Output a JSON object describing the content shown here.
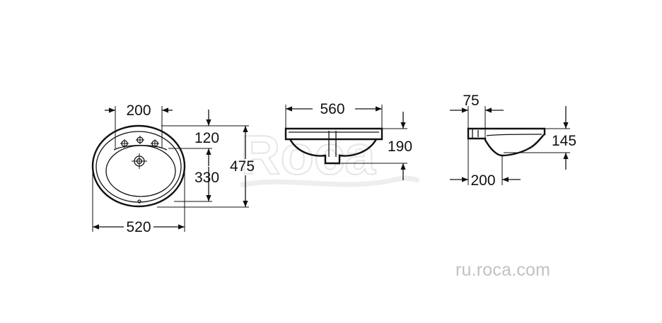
{
  "top_view": {
    "width_label": "520",
    "taps_label": "200",
    "depth_label": "475",
    "bowl_label": "330",
    "offset_label": "120"
  },
  "front_view": {
    "width_label": "560",
    "height_label": "190"
  },
  "side_view": {
    "top_label": "75",
    "bottom_label": "200",
    "height_label": "145"
  },
  "watermark": "Roca",
  "website": "ru.roca.com",
  "colors": {
    "line": "#111111",
    "watermark": "#e6e6e6",
    "website": "#c2c2c2"
  }
}
